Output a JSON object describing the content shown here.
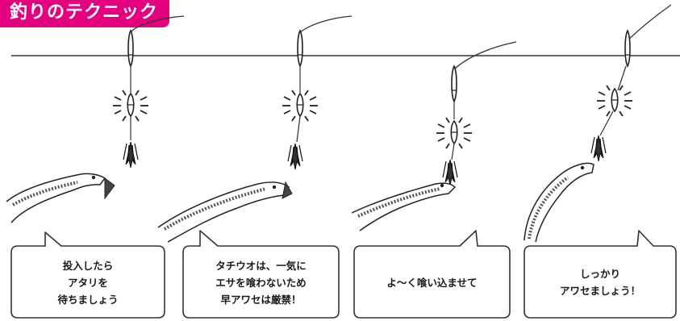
{
  "title": "釣りのテクニック",
  "colors": {
    "banner": "#e4007f",
    "line": "#333333"
  },
  "steps": [
    {
      "lines": [
        "投入したら",
        "アタリを",
        "待ちましょう"
      ]
    },
    {
      "lines": [
        "タチウオは、一気に",
        "エサを喰わないため",
        "早アワセは厳禁！"
      ]
    },
    {
      "lines": [
        "よ～く喰い込ませて"
      ]
    },
    {
      "lines": [
        "しっかり",
        "アワセましょう！"
      ]
    }
  ]
}
